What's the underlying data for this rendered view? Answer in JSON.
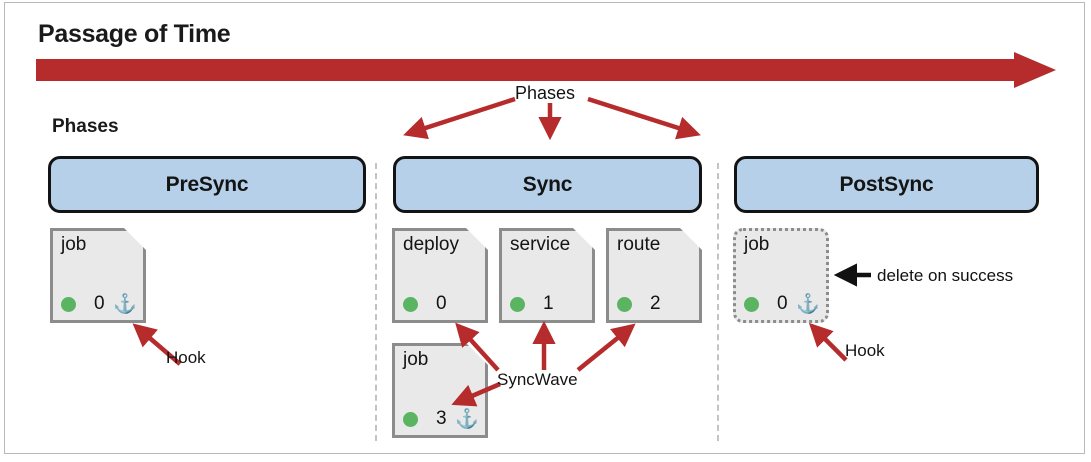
{
  "figure": {
    "title": "Passage of Time",
    "colors": {
      "accent_red": "#b62b2b",
      "phase_fill": "#b5d0e8",
      "phase_border": "#131313",
      "card_fill": "#e9e9e9",
      "card_border": "#8c8c8c",
      "wave_dot_green": "#5bb461",
      "divider_gray": "#c3c3c3",
      "text_black": "#141414"
    }
  },
  "time_arrow": {
    "name": "passage-of-time-arrow",
    "direction": "right"
  },
  "phases_label_left": "Phases",
  "phases_callout": {
    "label": "Phases",
    "arrow_count": 3,
    "targets": [
      "PreSync",
      "Sync",
      "PostSync"
    ]
  },
  "phases": [
    {
      "id": "presync",
      "label": "PreSync"
    },
    {
      "id": "sync",
      "label": "Sync"
    },
    {
      "id": "postsync",
      "label": "PostSync"
    }
  ],
  "cards": [
    {
      "id": "presync-job",
      "phase": "PreSync",
      "title": "job",
      "wave": "0",
      "dot": "green",
      "hook_icon": "anchor-icon",
      "hook_glyph": "⚓",
      "style": "solid"
    },
    {
      "id": "sync-deploy",
      "phase": "Sync",
      "title": "deploy",
      "wave": "0",
      "dot": "green",
      "hook_icon": null,
      "hook_glyph": "",
      "style": "solid"
    },
    {
      "id": "sync-service",
      "phase": "Sync",
      "title": "service",
      "wave": "1",
      "dot": "green",
      "hook_icon": null,
      "hook_glyph": "",
      "style": "solid"
    },
    {
      "id": "sync-route",
      "phase": "Sync",
      "title": "route",
      "wave": "2",
      "dot": "green",
      "hook_icon": null,
      "hook_glyph": "",
      "style": "solid"
    },
    {
      "id": "sync-job",
      "phase": "Sync",
      "title": "job",
      "wave": "3",
      "dot": "green",
      "hook_icon": "anchor-icon",
      "hook_glyph": "⚓",
      "style": "solid"
    },
    {
      "id": "postsync-job",
      "phase": "PostSync",
      "title": "job",
      "wave": "0",
      "dot": "green",
      "hook_icon": "anchor-icon",
      "hook_glyph": "⚓",
      "style": "dotted"
    }
  ],
  "annotations": [
    {
      "id": "hook-presync",
      "text": "Hook",
      "color": "red",
      "points_to": "presync-job"
    },
    {
      "id": "hook-postsync",
      "text": "Hook",
      "color": "red",
      "points_to": "postsync-job"
    },
    {
      "id": "syncwave",
      "text": "SyncWave",
      "color": "red",
      "points_to": "sync wave numbers"
    },
    {
      "id": "delete-success",
      "text": "delete on success",
      "color": "black",
      "points_to": "postsync-job"
    }
  ]
}
